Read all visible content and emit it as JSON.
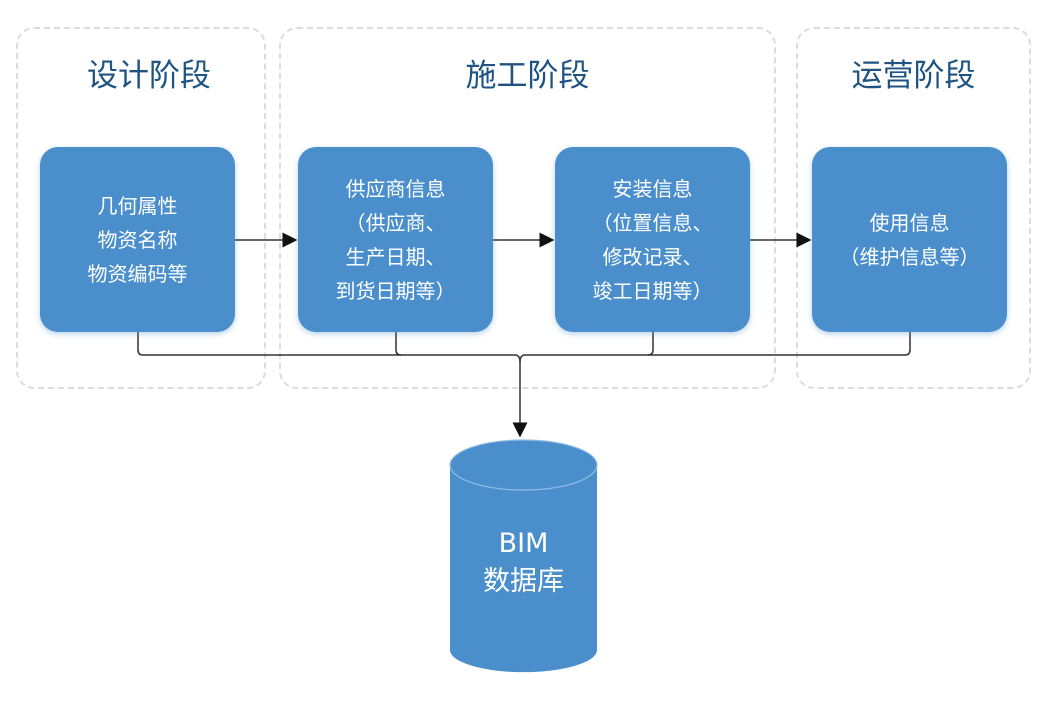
{
  "stages": [
    {
      "title": "设计阶段"
    },
    {
      "title": "施工阶段"
    },
    {
      "title": "运营阶段"
    }
  ],
  "boxes": [
    {
      "lines": [
        "几何属性",
        "物资名称",
        "物资编码等"
      ]
    },
    {
      "lines": [
        "供应商信息",
        "（供应商、",
        "生产日期、",
        "到货日期等）"
      ]
    },
    {
      "lines": [
        "安装信息",
        "（位置信息、",
        "修改记录、",
        "竣工日期等）"
      ]
    },
    {
      "lines": [
        "使用信息",
        "（维护信息等）"
      ]
    }
  ],
  "database": {
    "line1": "BIM",
    "line2": "数据库"
  },
  "colors": {
    "box": "#4a8fcc",
    "title": "#1f5482"
  }
}
